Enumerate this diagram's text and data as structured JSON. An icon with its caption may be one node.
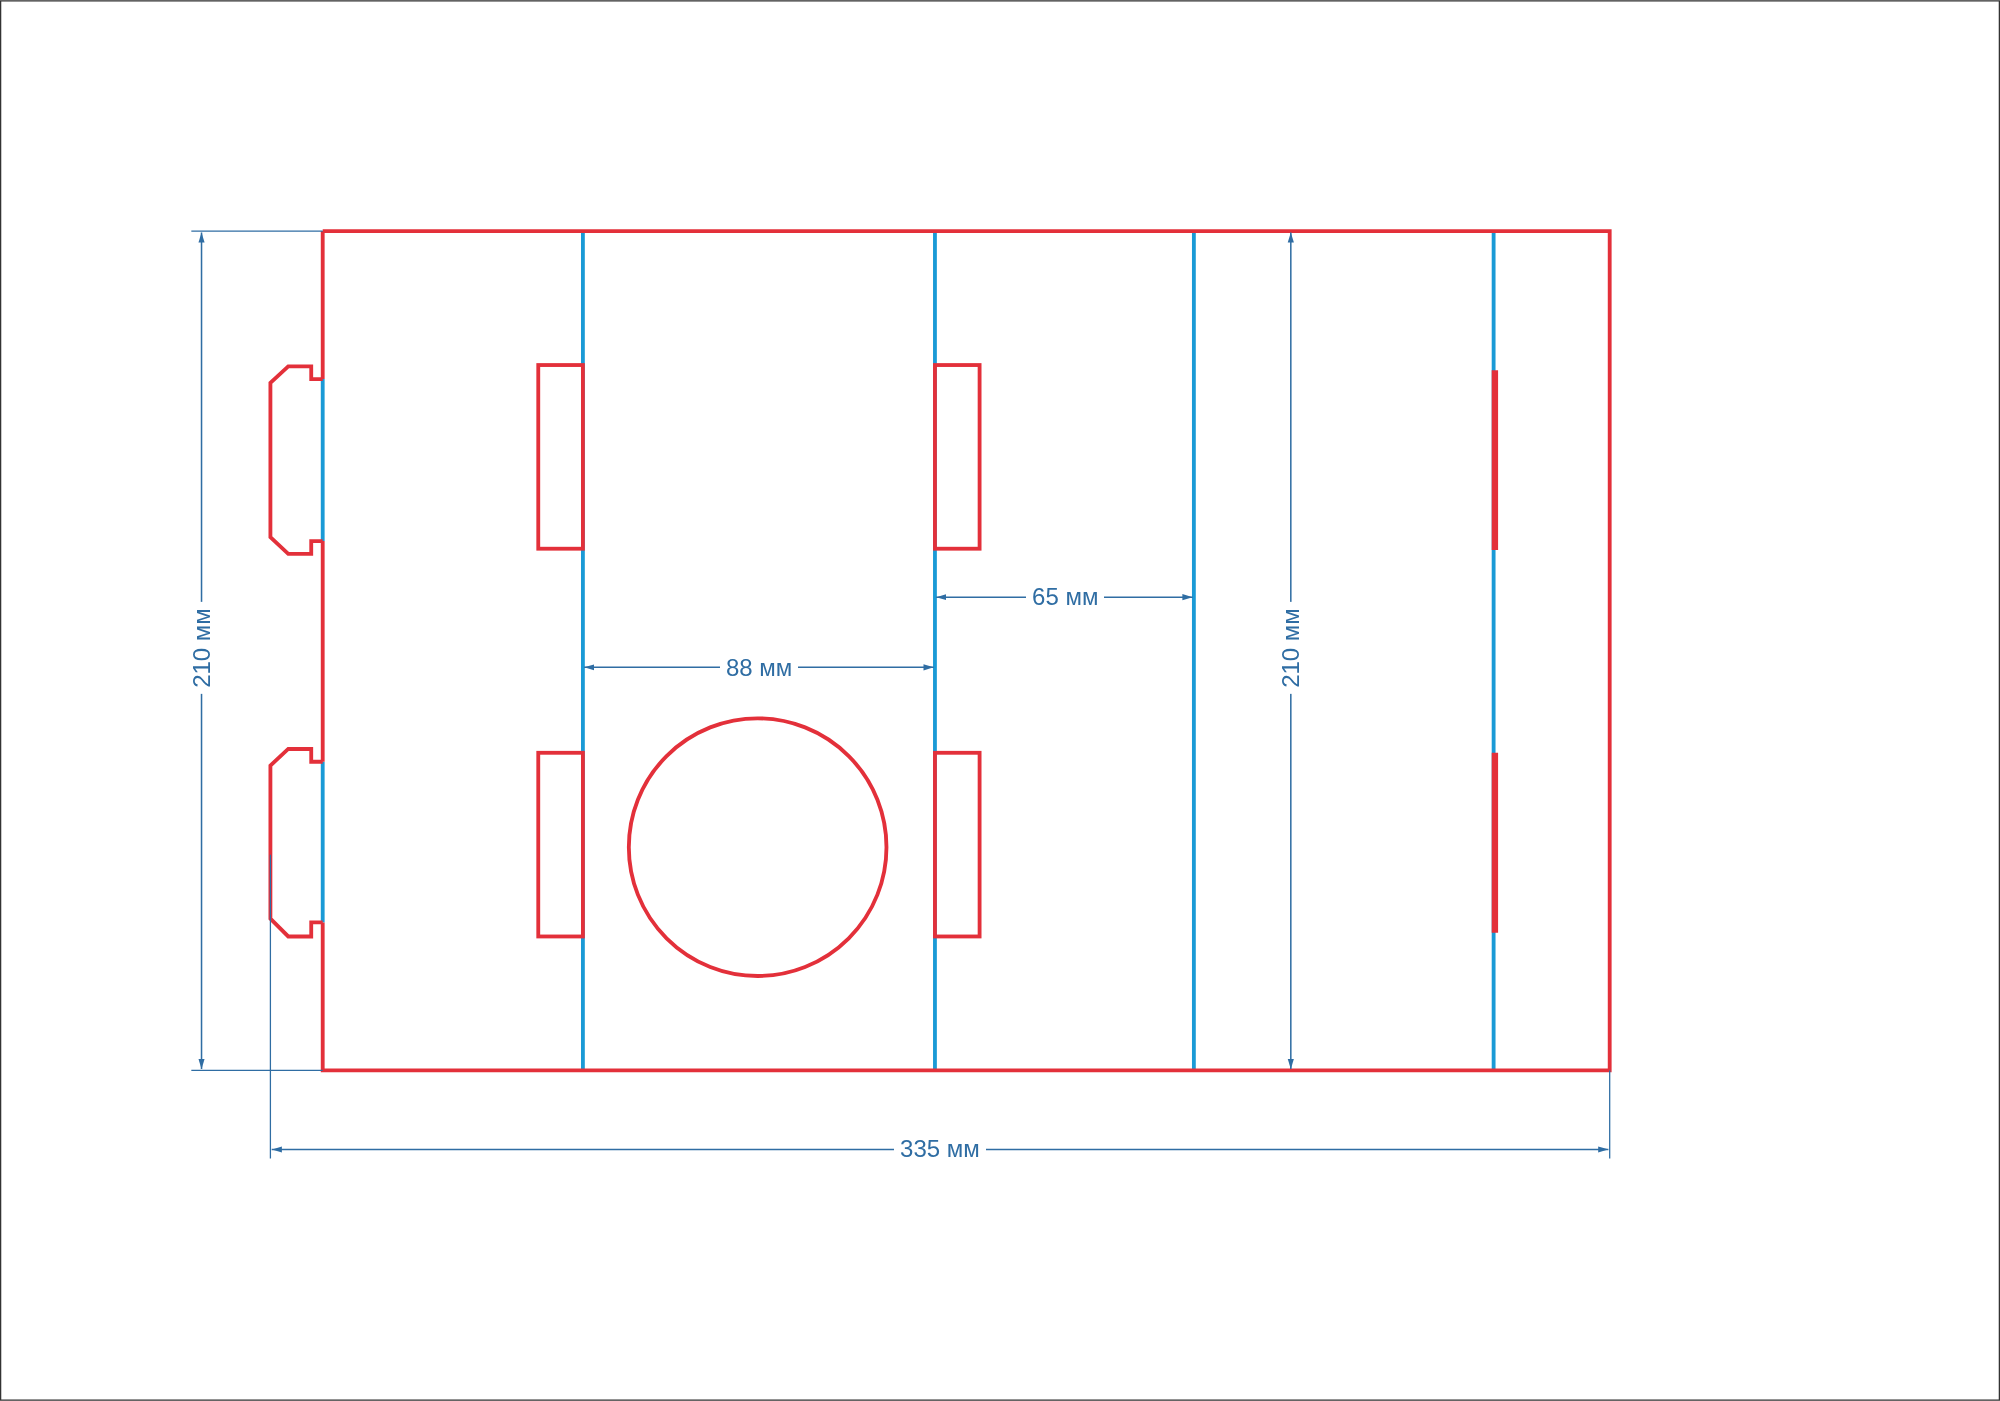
{
  "diagram": {
    "labels": [
      "210 мм",
      "88 мм",
      "65 мм",
      "210 мм",
      "335 мм"
    ]
  }
}
